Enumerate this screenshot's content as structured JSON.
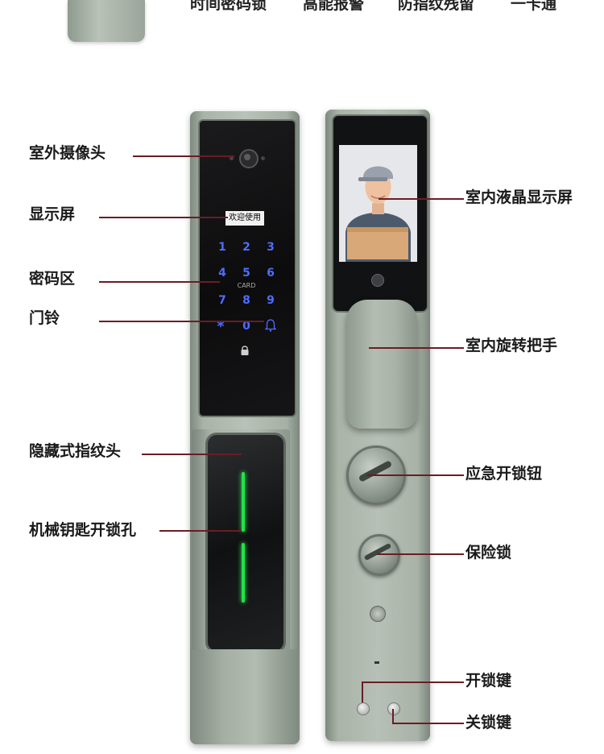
{
  "top_features": [
    "时间密码锁",
    "高能报警",
    "防指纹残留",
    "一卡通"
  ],
  "front_labels": {
    "camera": "室外摄像头",
    "display": "显示屏",
    "keypad": "密码区",
    "doorbell": "门铃",
    "fingerprint": "隐藏式指纹头",
    "keyhole": "机械钥匙开锁孔"
  },
  "back_labels": {
    "lcd": "室内液晶显示屏",
    "handle": "室内旋转把手",
    "emergency": "应急开锁钮",
    "safety": "保险锁",
    "unlock_key": "开锁键",
    "lock_key": "关锁键"
  },
  "screen_text": "欢迎使用",
  "keypad": {
    "rows": [
      [
        "1",
        "2",
        "3"
      ],
      [
        "4",
        "5",
        "6"
      ],
      [
        "7",
        "8",
        "9"
      ],
      [
        "*",
        "0",
        ""
      ]
    ],
    "card_text": "CARD"
  },
  "colors": {
    "leader_line": "#6a1d24",
    "key_blue": "#4f6cff",
    "fp_green": "#24e04a"
  }
}
